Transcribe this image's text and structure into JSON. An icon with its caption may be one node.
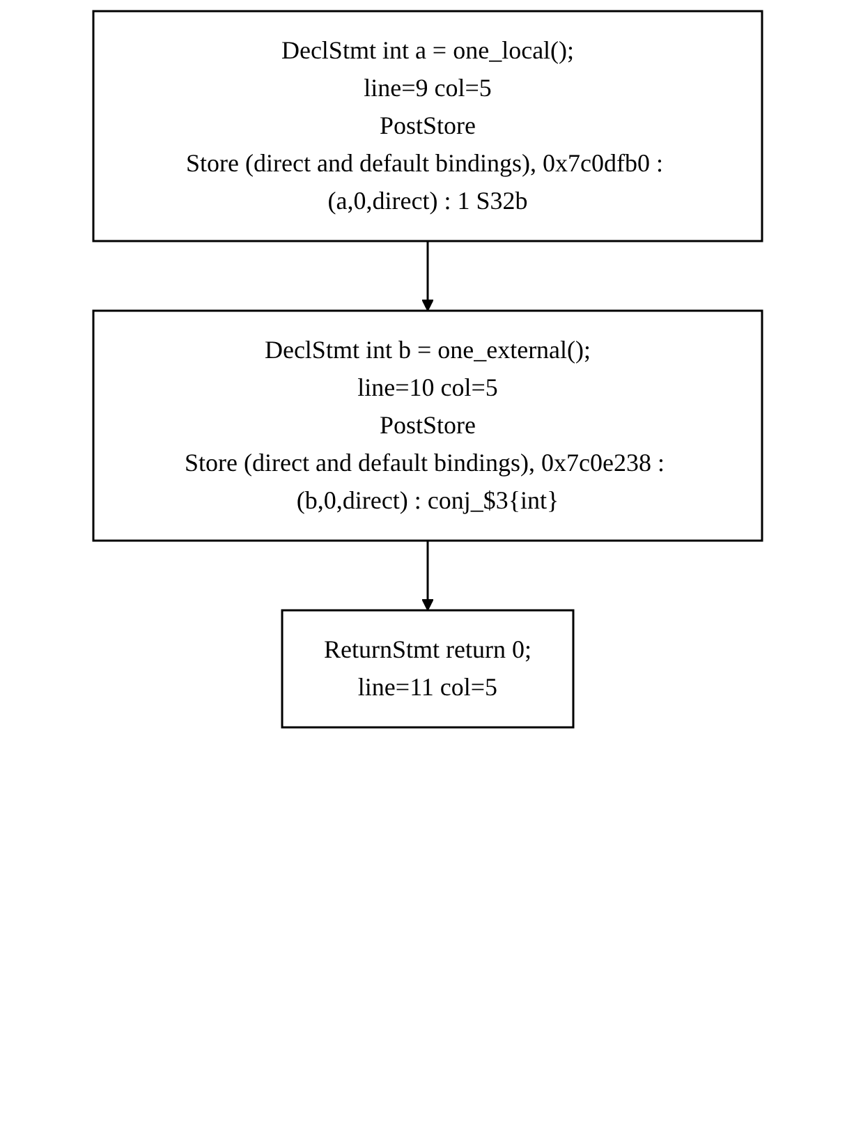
{
  "diagram": {
    "nodes": [
      {
        "text": [
          "DeclStmt int a = one_local();",
          "line=9 col=5",
          "PostStore",
          "Store (direct and default bindings), 0x7c0dfb0 : (a,0,direct) : 1 S32b"
        ]
      },
      {
        "text": [
          "DeclStmt int b = one_external();",
          "line=10 col=5",
          "PostStore",
          "Store (direct and default bindings), 0x7c0e238 : (b,0,direct) : conj_$3{int}"
        ]
      },
      {
        "text": [
          "ReturnStmt return 0;",
          "line=11 col=5"
        ]
      }
    ],
    "edges": [
      {
        "from": 0,
        "to": 1,
        "arrow": "to"
      },
      {
        "from": 1,
        "to": 2,
        "arrow": "to"
      }
    ]
  }
}
